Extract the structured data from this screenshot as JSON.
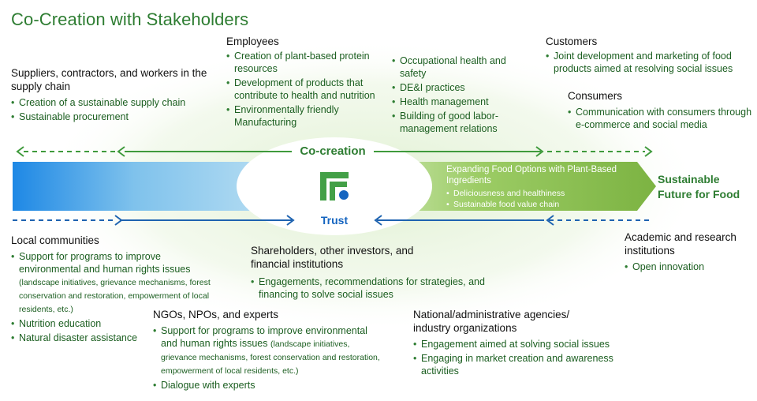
{
  "title": "Co-Creation with Stakeholders",
  "center": {
    "cocreation": "Co-creation",
    "trust": "Trust",
    "logo_icon": "company-logo-icon"
  },
  "banner": {
    "heading": "Expanding Food Options with Plant-Based Ingredients",
    "items": [
      "Deliciousness and healthiness",
      "Sustainable food value chain"
    ]
  },
  "future": {
    "line1": "Sustainable",
    "line2": "Future for Food"
  },
  "suppliers": {
    "title": "Suppliers, contractors, and workers in the supply chain",
    "items": [
      "Creation of a sustainable supply chain",
      "Sustainable procurement"
    ]
  },
  "employees": {
    "title": "Employees",
    "items_left": [
      "Creation of plant-based protein resources",
      "Development of products that contribute to health and nutrition",
      "Environmentally friendly Manufacturing"
    ],
    "items_right": [
      "Occupational health and safety",
      "DE&I practices",
      "Health management",
      "Building of good labor-management relations"
    ]
  },
  "customers": {
    "title": "Customers",
    "items": [
      "Joint development and marketing of food products aimed at resolving social issues"
    ]
  },
  "consumers": {
    "title": "Consumers",
    "items": [
      "Communication with consumers through e-commerce and social media"
    ]
  },
  "local": {
    "title": "Local communities",
    "item1": "Support for programs to improve environmental and human rights issues",
    "item1_note": "(landscape initiatives, grievance mechanisms, forest conservation and restoration, empowerment of local residents, etc.)",
    "items": [
      "Nutrition education",
      "Natural disaster assistance"
    ]
  },
  "shareholders": {
    "title": "Shareholders, other investors, and financial institutions",
    "items": [
      "Engagements, recommendations for strategies, and financing to solve social issues"
    ]
  },
  "academic": {
    "title": "Academic and research institutions",
    "items": [
      "Open innovation"
    ]
  },
  "ngos": {
    "title": "NGOs, NPOs, and experts",
    "item1": "Support for programs to improve environmental and human rights issues",
    "item1_note": "(landscape initiatives, grievance mechanisms, forest conservation and restoration, empowerment of local residents, etc.)",
    "items": [
      "Dialogue with experts"
    ]
  },
  "agencies": {
    "title": "National/administrative agencies/ industry organizations",
    "items": [
      "Engagement aimed at solving social issues",
      "Engaging in market creation and awareness activities"
    ]
  },
  "colors": {
    "green": "#2e7d32",
    "blue": "#1565c0",
    "light_green": "#8bc34a"
  }
}
